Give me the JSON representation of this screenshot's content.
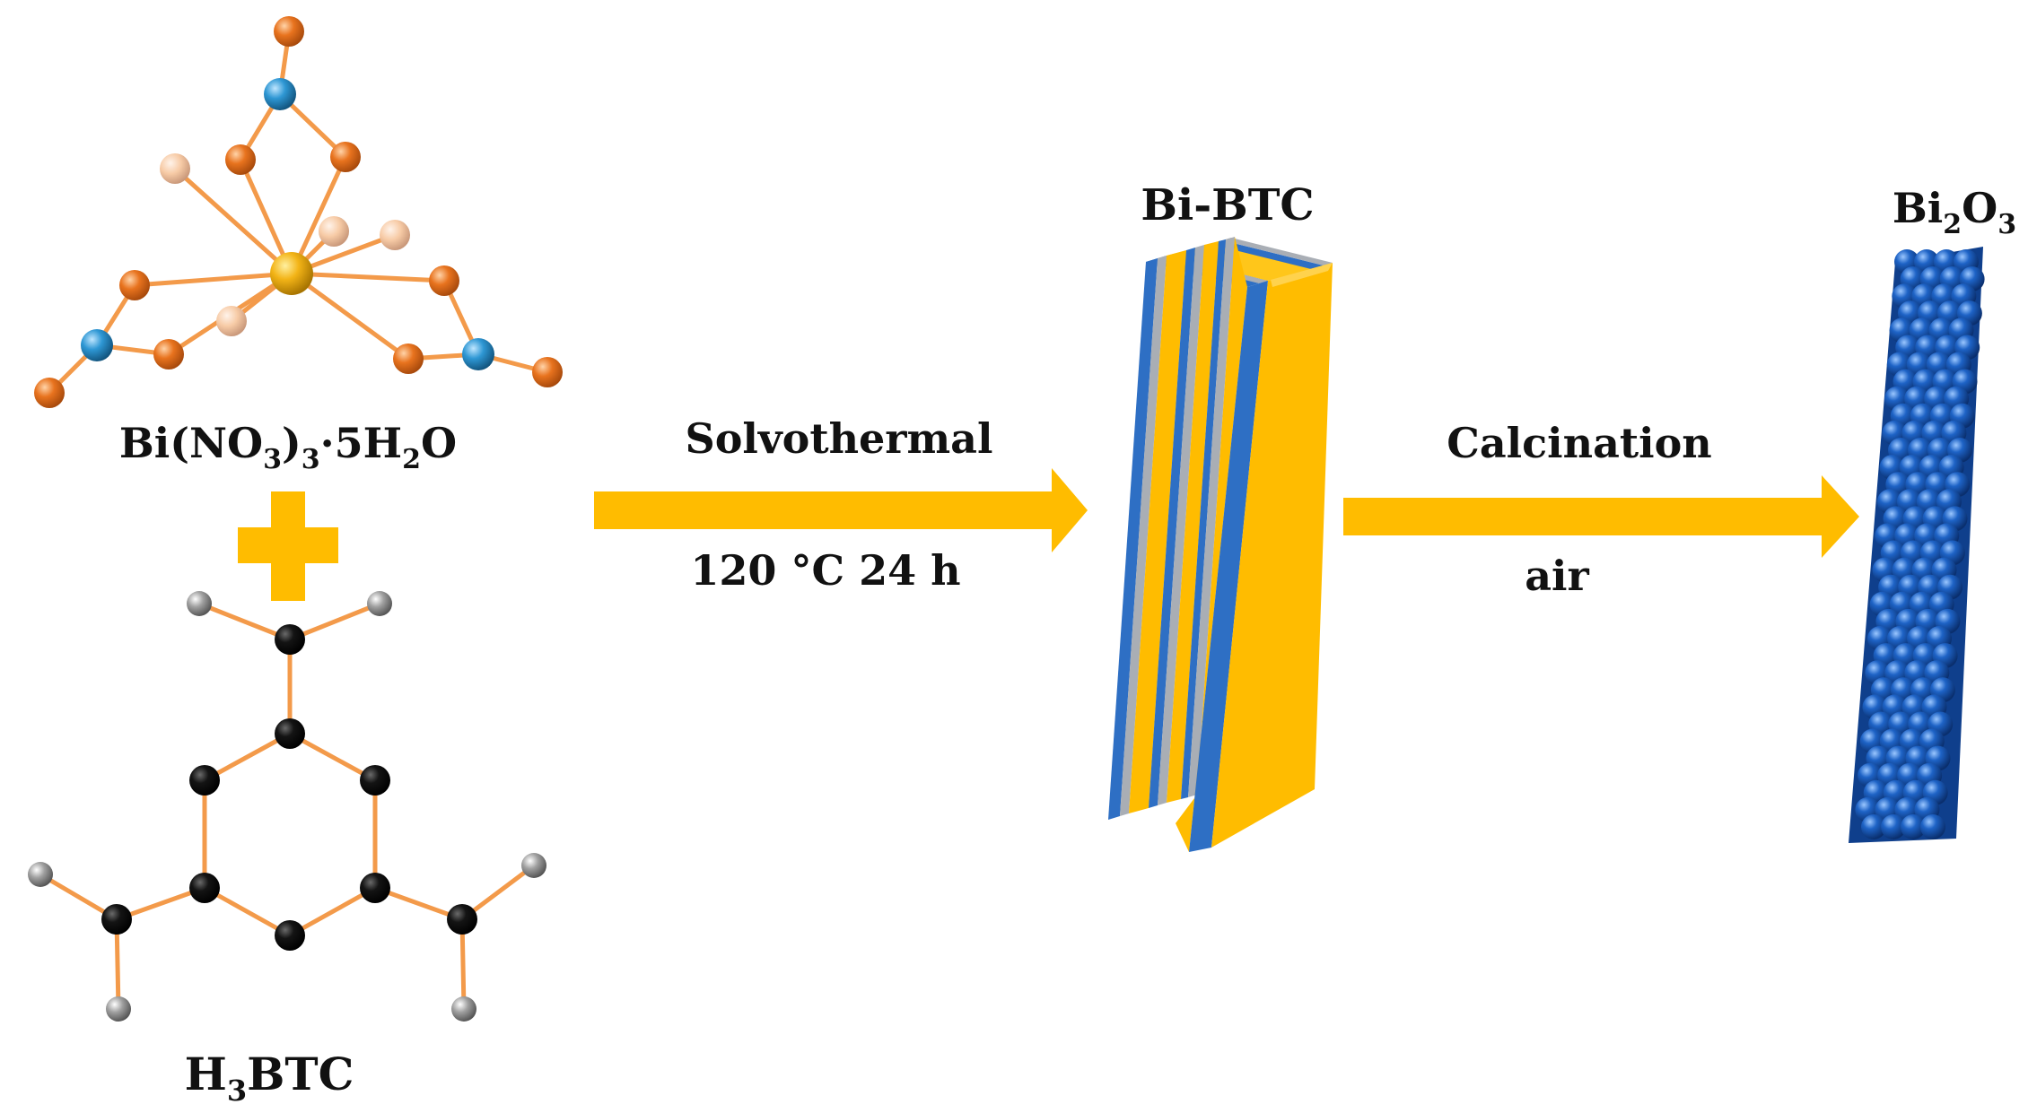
{
  "labels": {
    "bi_nitrate": [
      "Bi(NO",
      "3",
      ")",
      "3",
      "·5H",
      "2",
      "O"
    ],
    "h3btc": [
      "H",
      "3",
      "BTC"
    ],
    "bi_btc": "Bi-BTC",
    "bi2o3": [
      "Bi",
      "2",
      "O",
      "3"
    ],
    "step1_top": "Solvothermal",
    "step1_bottom": "120 °C  24 h",
    "step2_top": "Calcination",
    "step2_bottom": "air"
  },
  "colors": {
    "accent_yellow": "#FFBC00",
    "bond_orange": "#F39A4A",
    "oxygen_orange": "#E8731E",
    "nitrogen_blue": "#2E97D4",
    "hydrogen_peach": "#F7CBA6",
    "bismuth_gold": "#F3B417",
    "carbon_black": "#0D0D0D",
    "hydrogen_grey": "#9A9A9A",
    "layer_blue": "#2E6FC4",
    "layer_grey": "#A9AEB5",
    "rod_blue": "#1E63C6"
  },
  "icons": [
    "bi-nitrate-molecule",
    "plus-icon",
    "h3btc-molecule",
    "bi-btc-layered-block",
    "bi2o3-nanorod",
    "arrow-right-icon"
  ]
}
